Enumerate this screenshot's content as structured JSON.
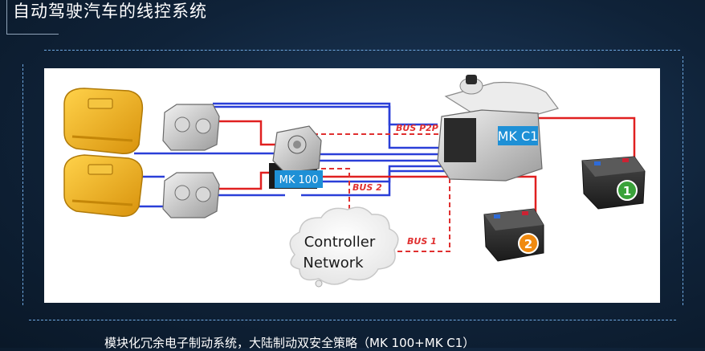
{
  "slide": {
    "title": "自动驾驶汽车的线控系统",
    "caption": "模块化冗余电子制动系统，大陆制动双安全策略（MK 100+MK C1）"
  },
  "diagram": {
    "unit_mk100": "MK 100",
    "unit_mkc1": "MK C1",
    "bus_p2p": "BUS P2P",
    "bus_2": "BUS 2",
    "bus_1": "BUS 1",
    "network_line1": "Controller",
    "network_line2": "Network",
    "battery_1": "1",
    "battery_2": "2"
  },
  "colors": {
    "line_blue": "#2a3fd8",
    "line_red": "#e02020",
    "bus_red": "#e03030",
    "label_blue_bg": "#1e90d6",
    "caliper_yellow": "#f2b21a",
    "badge_green": "#3aa23a",
    "badge_orange": "#f08a10"
  }
}
